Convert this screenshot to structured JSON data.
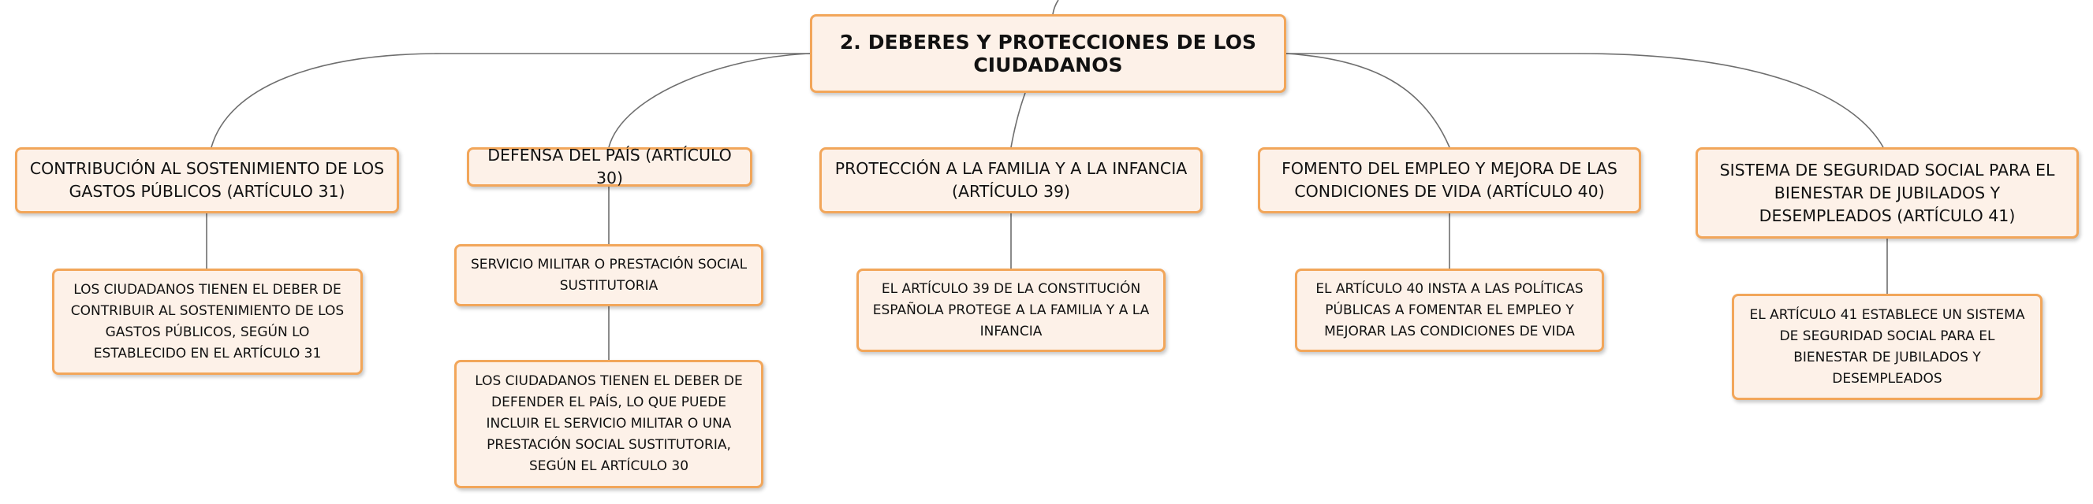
{
  "diagram": {
    "root": {
      "text": "2. DEBERES Y PROTECCIONES DE LOS CIUDADANOS"
    },
    "branches": [
      {
        "title": "CONTRIBUCIÓN AL SOSTENIMIENTO DE LOS GASTOS PÚBLICOS (ARTÍCULO 31)",
        "children": [
          "LOS CIUDADANOS TIENEN EL DEBER DE CONTRIBUIR AL SOSTENIMIENTO DE LOS GASTOS PÚBLICOS, SEGÚN LO ESTABLECIDO EN EL ARTÍCULO 31"
        ]
      },
      {
        "title": "DEFENSA DEL PAÍS (ARTÍCULO 30)",
        "children": [
          "SERVICIO MILITAR O PRESTACIÓN SOCIAL SUSTITUTORIA",
          "LOS CIUDADANOS TIENEN EL DEBER DE DEFENDER EL PAÍS, LO QUE PUEDE INCLUIR EL SERVICIO MILITAR O UNA PRESTACIÓN SOCIAL SUSTITUTORIA, SEGÚN EL ARTÍCULO 30"
        ]
      },
      {
        "title": "PROTECCIÓN A LA FAMILIA Y A LA INFANCIA (ARTÍCULO 39)",
        "children": [
          "EL ARTÍCULO 39 DE LA CONSTITUCIÓN ESPAÑOLA PROTEGE A LA FAMILIA Y A LA INFANCIA"
        ]
      },
      {
        "title": "FOMENTO DEL EMPLEO Y MEJORA DE LAS CONDICIONES DE VIDA (ARTÍCULO 40)",
        "children": [
          "EL ARTÍCULO 40 INSTA A LAS POLÍTICAS PÚBLICAS A FOMENTAR EL EMPLEO Y MEJORAR LAS CONDICIONES DE VIDA"
        ]
      },
      {
        "title": "SISTEMA DE SEGURIDAD SOCIAL PARA EL BIENESTAR DE JUBILADOS Y DESEMPLEADOS (ARTÍCULO 41)",
        "children": [
          "EL ARTÍCULO 41 ESTABLECE UN SISTEMA DE SEGURIDAD SOCIAL PARA EL BIENESTAR DE JUBILADOS Y DESEMPLEADOS"
        ]
      }
    ]
  },
  "colors": {
    "node_fill": "#fdf1e8",
    "node_border": "#f2a65a",
    "connector": "#6e6e6e"
  }
}
